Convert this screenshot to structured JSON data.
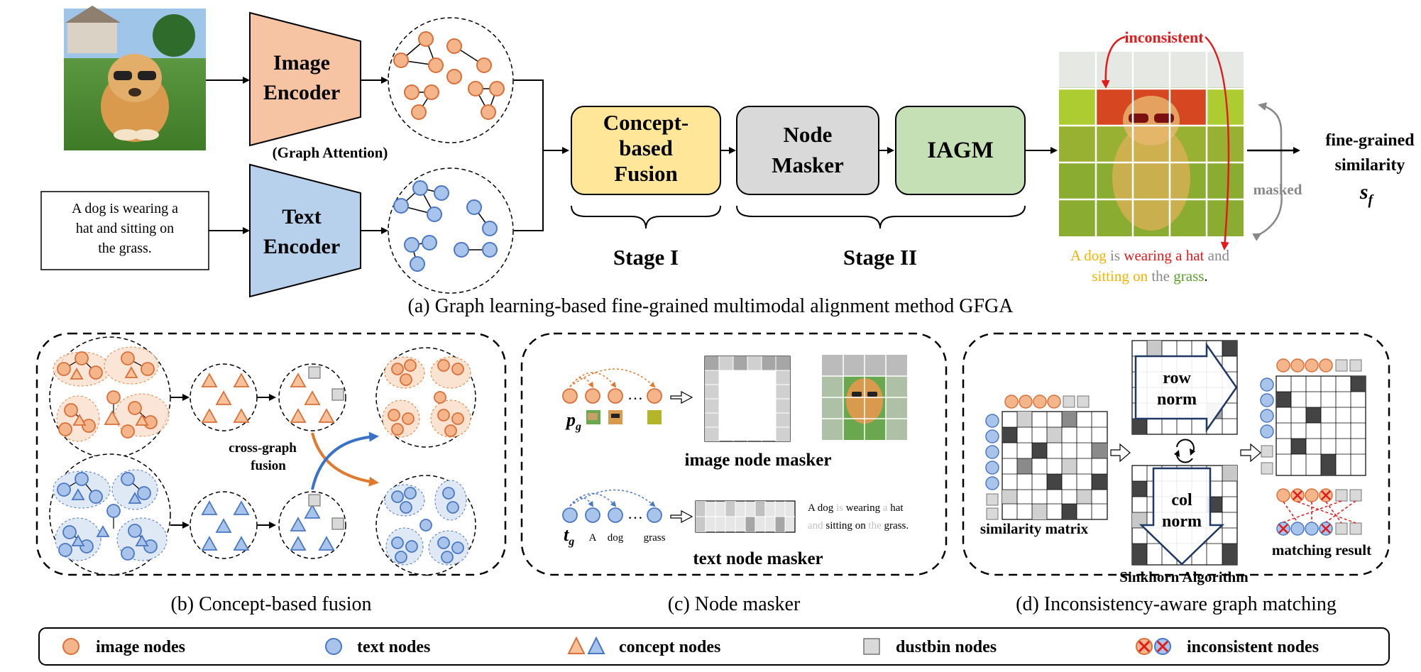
{
  "panel_a": {
    "input_caption_line1": "A dog is wearing a",
    "input_caption_line2": "hat and sitting on",
    "input_caption_line3": "the grass.",
    "image_encoder_line1": "Image",
    "image_encoder_line2": "Encoder",
    "graph_attention": "(Graph Attention)",
    "text_encoder_line1": "Text",
    "text_encoder_line2": "Encoder",
    "concept_fusion_line1": "Concept-",
    "concept_fusion_line2": "based",
    "concept_fusion_line3": "Fusion",
    "node_masker_line1": "Node",
    "node_masker_line2": "Masker",
    "iagm": "IAGM",
    "stage1": "Stage I",
    "stage2": "Stage II",
    "inconsistent": "inconsistent",
    "masked": "masked",
    "output_line1": "fine-grained",
    "output_line2": "similarity",
    "output_symbol": "s",
    "output_subscript": "f",
    "sentence": {
      "w_a_dog": "A dog",
      "w_is": "is",
      "w_wearing": "wearing a hat",
      "w_and": "and",
      "w_sitting": "sitting on",
      "w_the": "the",
      "w_grass": "grass",
      "w_period": "."
    },
    "caption": "(a) Graph learning-based fine-grained multimodal alignment method GFGA"
  },
  "panel_b": {
    "cross_graph_line1": "cross-graph",
    "cross_graph_line2": "fusion",
    "caption": "(b) Concept-based fusion"
  },
  "panel_c": {
    "p_symbol": "p",
    "p_sub": "g",
    "ellipsis": "…",
    "image_node_masker": "image node masker",
    "t_symbol": "t",
    "t_sub": "g",
    "word_a": "A",
    "word_dog": "dog",
    "word_grass": "grass",
    "text_node_masker": "text node masker",
    "masked_sentence": {
      "a": "A",
      "dog": "dog",
      "is": "is",
      "wearing": "wearing",
      "a2": "a",
      "hat": "hat",
      "and": "and",
      "sitting": "sitting",
      "on": "on",
      "the": "the",
      "grass": "grass."
    },
    "caption": "(c) Node masker"
  },
  "panel_d": {
    "similarity_matrix": "similarity matrix",
    "row_norm_line1": "row",
    "row_norm_line2": "norm",
    "col_norm_line1": "col",
    "col_norm_line2": "norm",
    "sinkhorn": "Sinkhorn Algorithm",
    "matching_result": "matching result",
    "caption": "(d) Inconsistency-aware graph matching"
  },
  "legend": {
    "image_nodes": "image nodes",
    "text_nodes": "text nodes",
    "concept_nodes": "concept nodes",
    "dustbin_nodes": "dustbin nodes",
    "inconsistent_nodes": "inconsistent nodes"
  },
  "colors": {
    "image_node": "#f5b58a",
    "image_node_stroke": "#d9703a",
    "text_node": "#a9c4ea",
    "text_node_stroke": "#4a78c2",
    "image_encoder": "#f6c4a2",
    "text_encoder": "#b7d1ed",
    "concept_fusion": "#ffe699",
    "node_masker": "#d9d9d9",
    "iagm": "#c5e0b4",
    "inconsistent_red": "#e31a1c",
    "dog_yellow": "#f0b400",
    "grass_green": "#5aa02c",
    "masked_gray": "#888888"
  }
}
